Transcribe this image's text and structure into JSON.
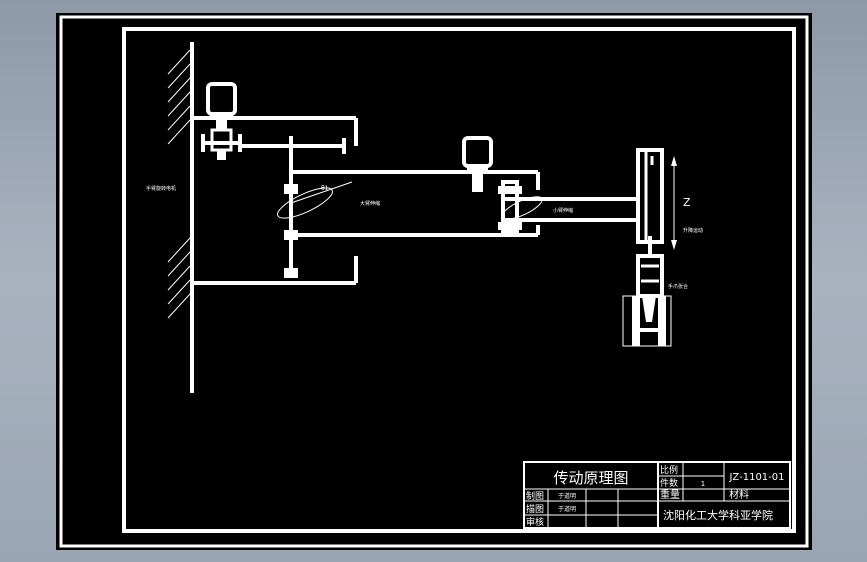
{
  "drawing": {
    "labels": {
      "wall": "手臂旋转电机",
      "rotation": "θ1",
      "arm": "大臂伸缩",
      "forearm": "小臂伸缩",
      "axis": "Z",
      "lift": "升降运动",
      "gripper": "手爪张合"
    }
  },
  "title_block": {
    "title": "传动原理图",
    "ratio_label": "比例",
    "qty_label": "件数",
    "ratio_value": "",
    "qty_value": "1",
    "drawing_no": "JZ-1101-01",
    "weight_label": "重量",
    "material_label": "材料",
    "drawn_label": "制图",
    "drawn_name": "于道明",
    "traced_label": "描图",
    "traced_name": "于道明",
    "checked_label": "审核",
    "school": "沈阳化工大学科亚学院"
  }
}
